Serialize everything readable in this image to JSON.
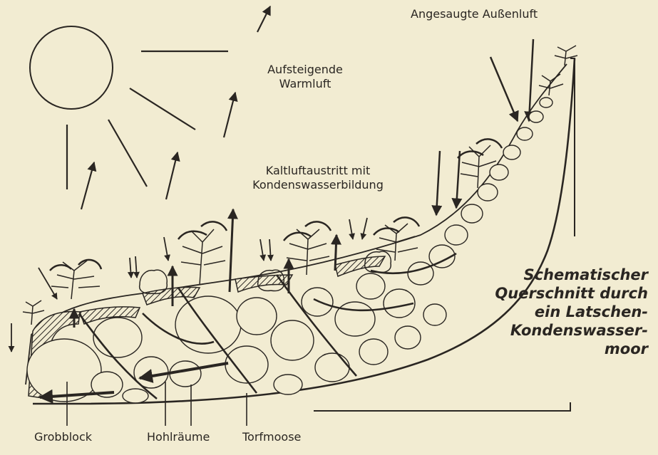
{
  "labels": {
    "warm_air_line1": "Aufsteigende",
    "warm_air_line2": "Warmluft",
    "intake_air": "Angesaugte Außenluft",
    "cold_air_line1": "Kaltluftaustritt mit",
    "cold_air_line2": "Kondenswasserbildung",
    "coarse_block": "Grobblock",
    "cavities": "Hohlräume",
    "peat_moss": "Torfmoose"
  },
  "title": {
    "lines": [
      "Schematischer",
      "Querschnitt durch",
      "ein Latschen-",
      "Kondenswasser-",
      "moor"
    ]
  },
  "colors": {
    "background": "#f2ecd2",
    "ink": "#2a2622",
    "hatch": "#2a2622"
  }
}
